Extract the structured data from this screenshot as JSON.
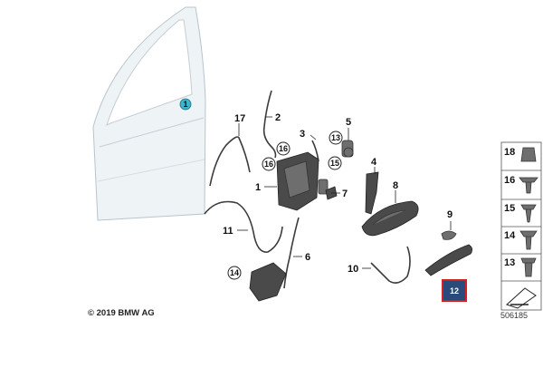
{
  "copyright": "© 2019 BMW AG",
  "document_number": "506185",
  "callouts": [
    "1",
    "2",
    "3",
    "4",
    "5",
    "6",
    "7",
    "8",
    "9",
    "10",
    "11",
    "12",
    "13",
    "14",
    "15",
    "16",
    "17"
  ],
  "circled_callouts": [
    "1",
    "13",
    "14",
    "15",
    "16"
  ],
  "highlighted_callout": "12",
  "fastener_table": [
    {
      "label": "18"
    },
    {
      "label": "16"
    },
    {
      "label": "15"
    },
    {
      "label": "14"
    },
    {
      "label": "13"
    }
  ],
  "colors": {
    "highlight_fill": "#2a4a7a",
    "highlight_border": "#d42020",
    "door_callout": "#3fb3c9"
  },
  "icons": [
    "car-door-icon",
    "scale-symbol-icon"
  ]
}
